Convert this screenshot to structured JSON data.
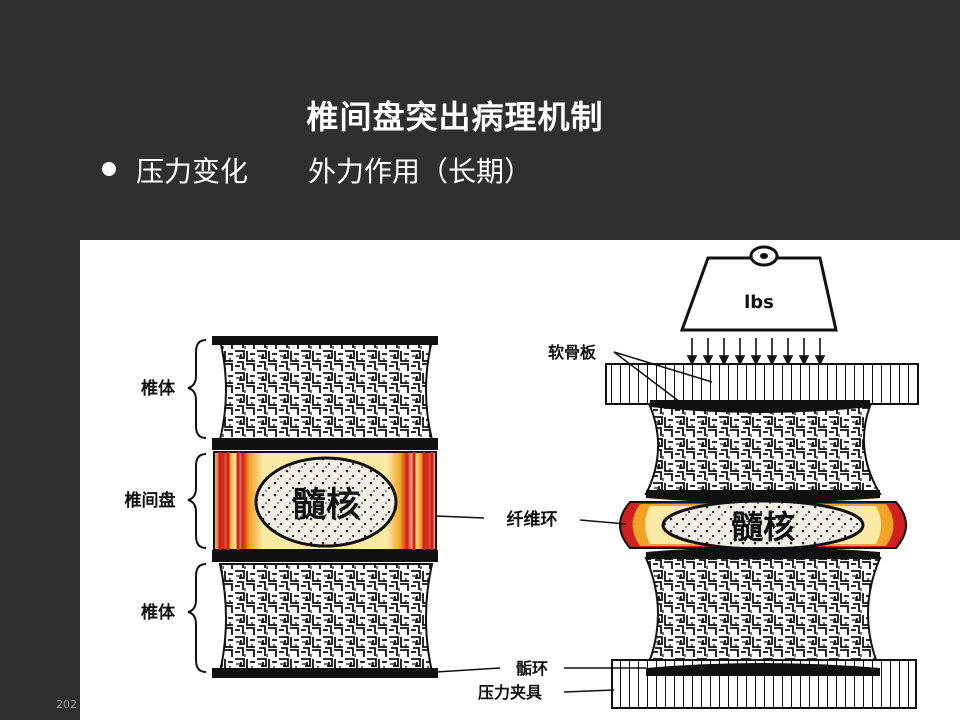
{
  "slide": {
    "title": "椎间盘突出病理机制",
    "bullet_left": "压力变化",
    "bullet_right": "外力作用（长期）",
    "footer_date": "202"
  },
  "figure": {
    "weight_label": "lbs",
    "labels": {
      "vertebra_top": "椎体",
      "disc": "椎间盘",
      "vertebra_bottom": "椎体",
      "nucleus_left": "髓核",
      "nucleus_right": "髓核",
      "annulus": "纤维环",
      "endplate": "软骨板",
      "ring_apophysis": "骺环",
      "pressure_clamp": "压力夹具"
    },
    "colors": {
      "background": "#2f2f2f",
      "annulus_red": "#d21f1f",
      "annulus_orange": "#f2a325",
      "annulus_yellow": "#fbe9a6",
      "bone_ink": "#111111"
    }
  }
}
